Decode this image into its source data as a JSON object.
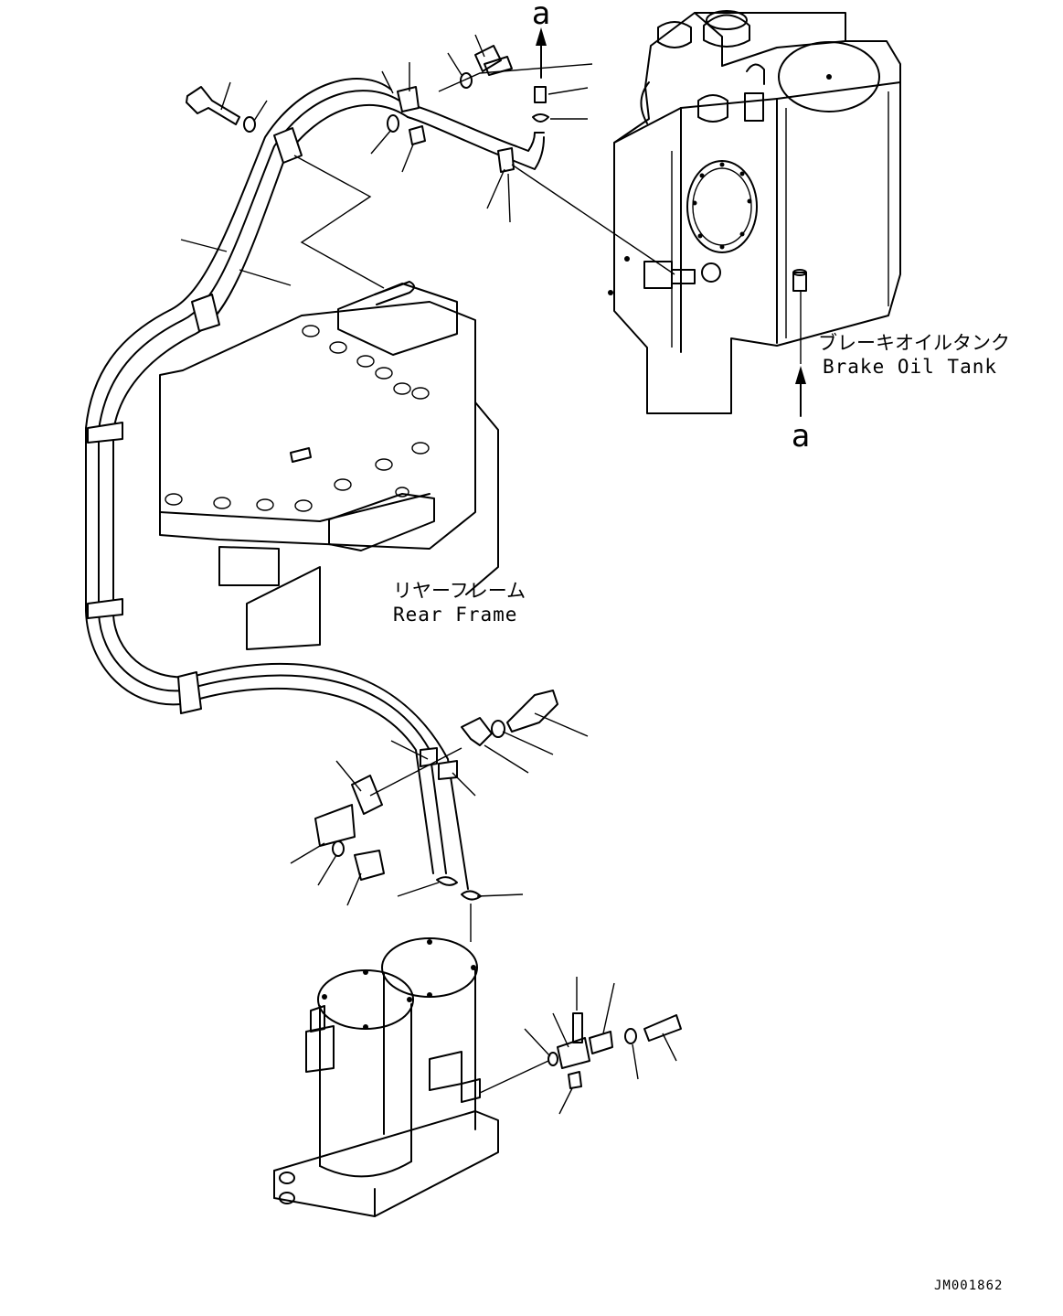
{
  "labels": {
    "tank_jp": "ブレーキオイルタンク",
    "tank_en": "Brake Oil Tank",
    "frame_jp": "リヤーフレーム",
    "frame_en": "Rear Frame",
    "ref_top": "a",
    "ref_side": "a",
    "drawing_id": "JM001862"
  }
}
